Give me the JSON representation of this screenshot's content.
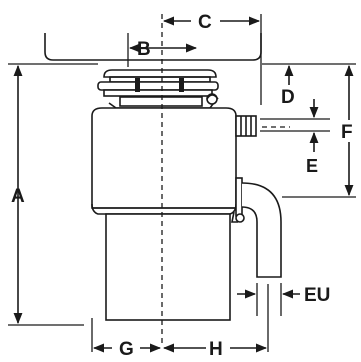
{
  "diagram": {
    "subject": "garbage-disposal-dimensions",
    "labels": {
      "a": "A",
      "b": "B",
      "c": "C",
      "d": "D",
      "e": "E",
      "f": "F",
      "g": "G",
      "h": "H",
      "eu": "EU"
    },
    "colors": {
      "ink": "#1a1a1a",
      "body_fill": "#ffffff",
      "shade": "#d9d9d9"
    }
  }
}
